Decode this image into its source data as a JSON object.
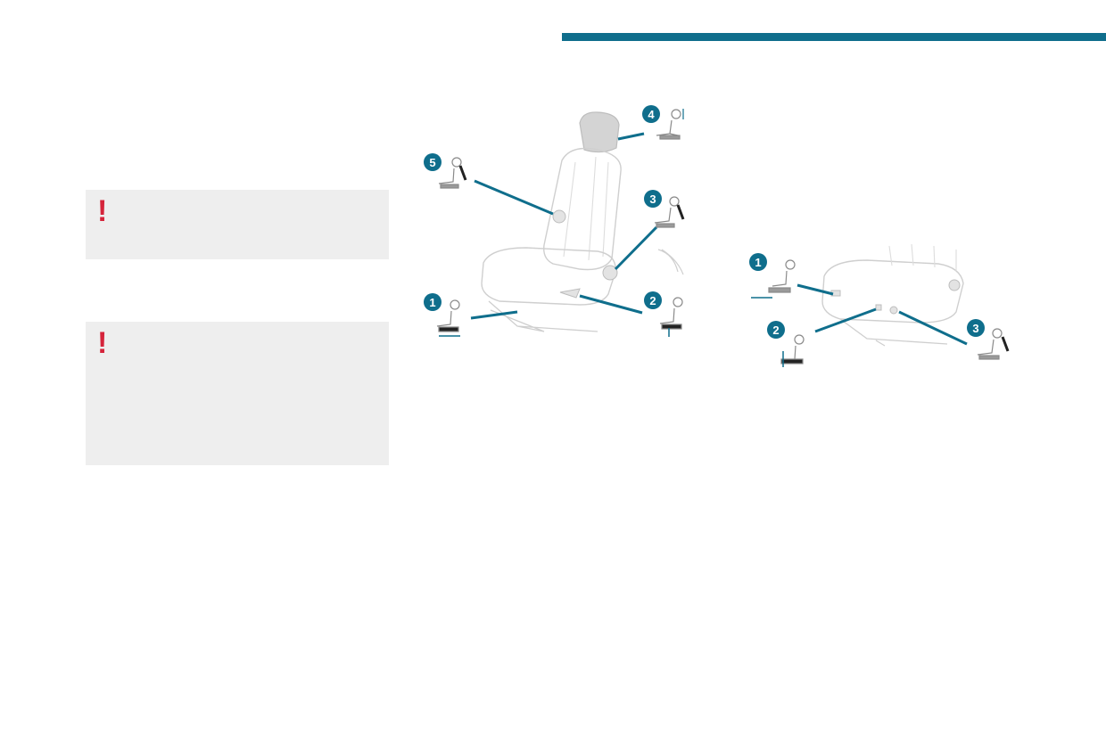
{
  "colors": {
    "accent": "#0f6e8c",
    "warning": "#d5243b",
    "warning_box_bg": "#eeeeee",
    "seat_outline": "#c9c9c9",
    "pictogram": "#8a8a8a"
  },
  "warnings": [
    {
      "icon": "exclamation-icon",
      "mark": "!"
    },
    {
      "icon": "exclamation-icon",
      "mark": "!"
    }
  ],
  "front_seat_illustration": {
    "callouts": [
      "1",
      "2",
      "3",
      "4",
      "5"
    ]
  },
  "rear_seat_illustration": {
    "callouts": [
      "1",
      "2",
      "3"
    ]
  }
}
